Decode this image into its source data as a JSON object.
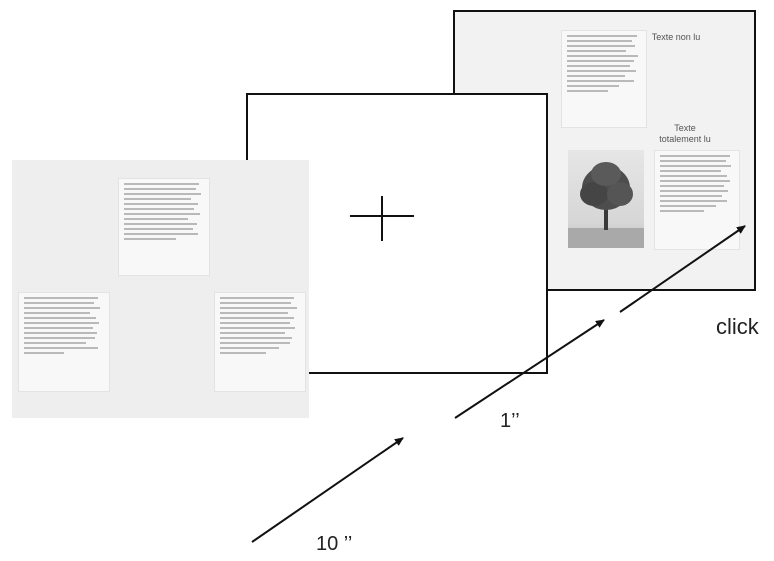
{
  "back_screen": {
    "title_top": "Texte non lu",
    "title_right": "Texte totalement lu",
    "photo_icon": "tree-photo-icon"
  },
  "fixation_screen": {
    "symbol": "+"
  },
  "labels": {
    "click": "click",
    "interval_short": "1’’",
    "interval_long": "10 ’’"
  }
}
